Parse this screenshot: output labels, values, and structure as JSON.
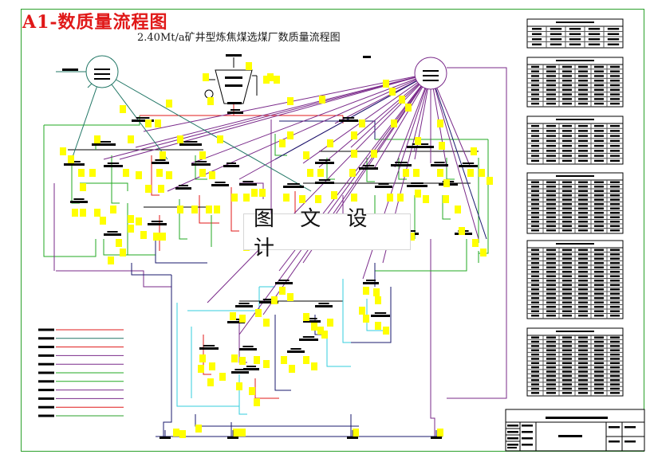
{
  "sheet_tag": "A1-数质量流程图",
  "diagram_title": "2.40Mt/a矿井型炼焦煤选煤厂数质量流程图",
  "watermark": "图 文 设 计",
  "colors": {
    "frame": "#2aa02a",
    "label_bg": "#ffff00",
    "block": "#000000",
    "sheet_tag": "#e01818",
    "red": "#e01818",
    "green": "#22aa22",
    "cyan": "#33ccdd",
    "purple": "#7a2a8a",
    "navy": "#1a1a6e",
    "teal": "#227766"
  }
}
